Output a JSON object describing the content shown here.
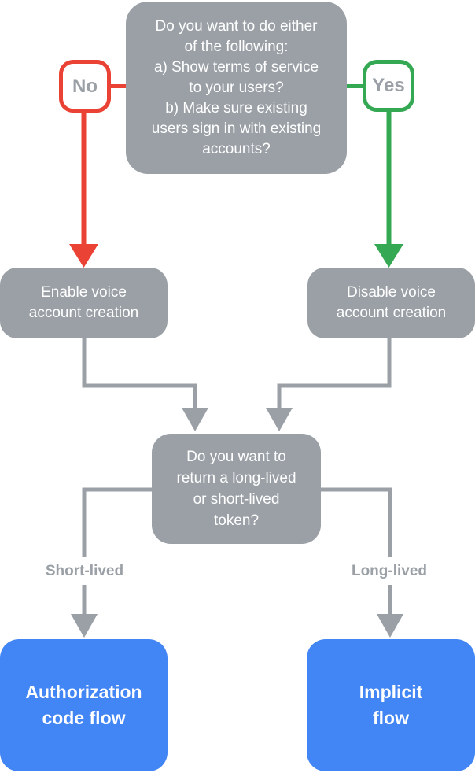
{
  "diagram": {
    "title": "Voice account creation / OAuth flow decision flowchart",
    "colors": {
      "node_gray": "#9AA0A6",
      "result_blue": "#4285F4",
      "no_red": "#EA4335",
      "yes_green": "#34A853",
      "connector_gray": "#9AA0A6",
      "text_on_node": "#ffffff",
      "label_gray": "#9AA0A6",
      "background": "#ffffff"
    },
    "nodes": {
      "top_question": {
        "text": "Do you want to do either\nof the following:\na) Show terms of service\nto your users?\nb) Make sure existing\nusers sign in with existing\naccounts?"
      },
      "no_badge": {
        "text": "No"
      },
      "yes_badge": {
        "text": "Yes"
      },
      "enable_voice": {
        "text": "Enable voice\naccount creation"
      },
      "disable_voice": {
        "text": "Disable voice\naccount creation"
      },
      "token_question": {
        "text": "Do you want to\nreturn a long-lived\nor short-lived\ntoken?"
      },
      "short_lived_label": {
        "text": "Short-lived"
      },
      "long_lived_label": {
        "text": "Long-lived"
      },
      "authorization_flow": {
        "text": "Authorization\ncode flow"
      },
      "implicit_flow": {
        "text": "Implicit\nflow"
      }
    },
    "edges": [
      {
        "from": "top_question",
        "label": "No",
        "to": "enable_voice",
        "color": "#EA4335"
      },
      {
        "from": "top_question",
        "label": "Yes",
        "to": "disable_voice",
        "color": "#34A853"
      },
      {
        "from": "enable_voice",
        "to": "token_question",
        "color": "#9AA0A6"
      },
      {
        "from": "disable_voice",
        "to": "token_question",
        "color": "#9AA0A6"
      },
      {
        "from": "token_question",
        "label": "Short-lived",
        "to": "authorization_flow",
        "color": "#9AA0A6"
      },
      {
        "from": "token_question",
        "label": "Long-lived",
        "to": "implicit_flow",
        "color": "#9AA0A6"
      }
    ]
  }
}
